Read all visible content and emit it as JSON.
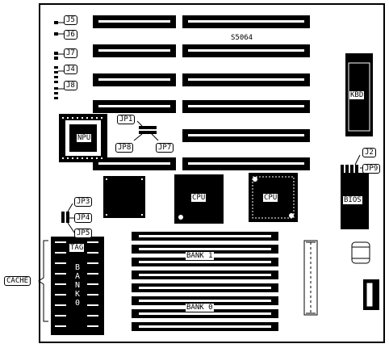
{
  "labels": {
    "jp5_top": "J5",
    "j6": "J6",
    "j7": "J7",
    "j4": "J4",
    "j8": "J8",
    "jp1": "JP1",
    "jp8": "JP8",
    "jp7": "JP7",
    "npu": "NPU",
    "kbd": "KBD",
    "j2": "J2",
    "jp9": "JP9",
    "bios": "BIOS",
    "cpu_left": "CPU",
    "cpu_right": "CPU",
    "jp3": "JP3",
    "jp4": "JP4",
    "jp5": "JP5",
    "tag": "TAG",
    "cache": "CACHE",
    "bank_vertical": "BANK0",
    "bank_1": "BANK 1",
    "bank_0": "BANK 0",
    "chip_code": "S5064"
  }
}
